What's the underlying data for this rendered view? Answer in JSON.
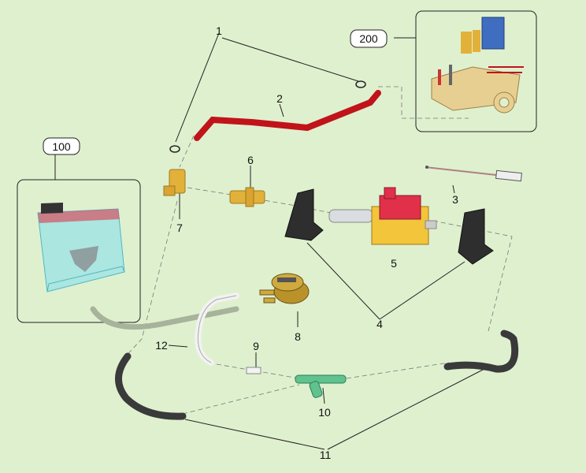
{
  "labels": {
    "l1": "1",
    "l2": "2",
    "l3": "3",
    "l4": "4",
    "l5": "5",
    "l6": "6",
    "l7": "7",
    "l8": "8",
    "l9": "9",
    "l10": "10",
    "l11": "11",
    "l12": "12"
  },
  "callouts": {
    "c100": "100",
    "c200": "200"
  },
  "colors": {
    "background": "#dff0cf",
    "red_hose": "#c0141a",
    "brass": "#e2b13a",
    "pump_yellow": "#f2c53a",
    "pump_red": "#e0304a",
    "green_fitting": "#5fc28f",
    "black_hose": "#3a3a3a",
    "tank_cyan": "#7fd6e3"
  }
}
